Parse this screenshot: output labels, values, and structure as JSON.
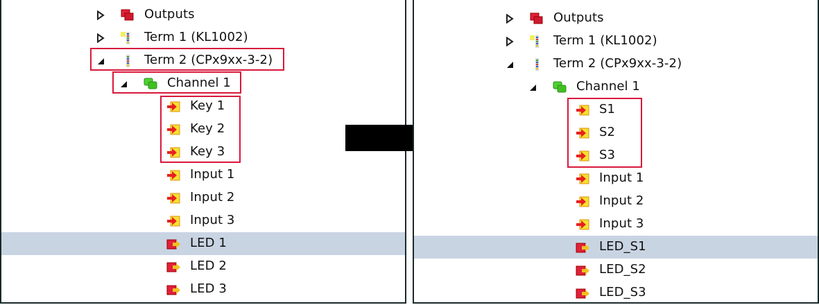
{
  "left_panel": {
    "items": [
      {
        "label": "Outputs",
        "toggle": "collapsed",
        "icon": "outputs-folder-icon"
      },
      {
        "label": "Term 1 (KL1002)",
        "toggle": "collapsed",
        "icon": "terminal-icon"
      },
      {
        "label": "Term 2 (CPx9xx-3-2)",
        "toggle": "expanded",
        "icon": "terminal-icon"
      },
      {
        "label": "Channel 1",
        "toggle": "expanded",
        "icon": "channel-icon"
      },
      {
        "label": "Key 1",
        "icon": "input-var-icon"
      },
      {
        "label": "Key 2",
        "icon": "input-var-icon"
      },
      {
        "label": "Key 3",
        "icon": "input-var-icon"
      },
      {
        "label": "Input 1",
        "icon": "input-var-icon"
      },
      {
        "label": "Input 2",
        "icon": "input-var-icon"
      },
      {
        "label": "Input 3",
        "icon": "input-var-icon"
      },
      {
        "label": "LED 1",
        "icon": "output-var-icon",
        "selected": true
      },
      {
        "label": "LED 2",
        "icon": "output-var-icon"
      },
      {
        "label": "LED 3",
        "icon": "output-var-icon"
      }
    ]
  },
  "right_panel": {
    "items": [
      {
        "label": "Outputs",
        "toggle": "collapsed",
        "icon": "outputs-folder-icon"
      },
      {
        "label": "Term 1 (KL1002)",
        "toggle": "collapsed",
        "icon": "terminal-icon"
      },
      {
        "label": "Term 2 (CPx9xx-3-2)",
        "toggle": "expanded",
        "icon": "terminal-icon"
      },
      {
        "label": "Channel 1",
        "toggle": "expanded",
        "icon": "channel-icon"
      },
      {
        "label": "S1",
        "icon": "input-var-icon"
      },
      {
        "label": "S2",
        "icon": "input-var-icon"
      },
      {
        "label": "S3",
        "icon": "input-var-icon"
      },
      {
        "label": "Input 1",
        "icon": "input-var-icon"
      },
      {
        "label": "Input 2",
        "icon": "input-var-icon"
      },
      {
        "label": "Input 3",
        "icon": "input-var-icon"
      },
      {
        "label": "LED_S1",
        "icon": "output-var-icon",
        "selected": true
      },
      {
        "label": "LED_S2",
        "icon": "output-var-icon"
      },
      {
        "label": "LED_S3",
        "icon": "output-var-icon"
      }
    ]
  },
  "colors": {
    "highlight_border": "#d8183c",
    "selected_row": "#c9d4e3",
    "arrow": "#000000"
  },
  "arrow": {
    "direction": "right",
    "meaning": "rename-transition"
  }
}
